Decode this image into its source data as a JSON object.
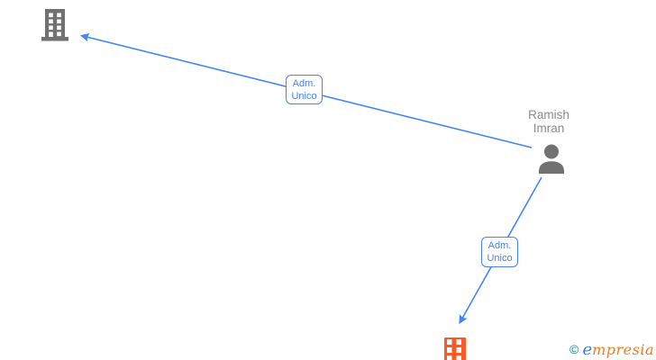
{
  "diagram_type": "company-ownership-graph",
  "colors": {
    "background": "#ffffff",
    "edge_blue": "#4285f4",
    "edge_label_blue": "#4285f4",
    "node_gray": "#717171",
    "node_orange": "#fa5a26",
    "name_text_gray": "#8a8a8a",
    "watermark_teal": "#12808e",
    "watermark_blue": "#2f80ed",
    "watermark_orange": "#ef7b1e"
  },
  "nodes": {
    "person": {
      "name_line1": "Ramish",
      "name_line2": "Imran",
      "icon": "person-icon"
    },
    "company_top": {
      "icon": "building-icon",
      "color": "#717171"
    },
    "company_bottom": {
      "icon": "building-icon",
      "color": "#fa5a26"
    }
  },
  "edges": {
    "edge1": {
      "from": "person",
      "to": "company_top",
      "label_line1": "Adm.",
      "label_line2": "Unico"
    },
    "edge2": {
      "from": "person",
      "to": "company_bottom",
      "label_line1": "Adm.",
      "label_line2": "Unico"
    }
  },
  "watermark": {
    "symbol": "©",
    "brand_initial": "e",
    "brand_rest": "mpresia"
  }
}
